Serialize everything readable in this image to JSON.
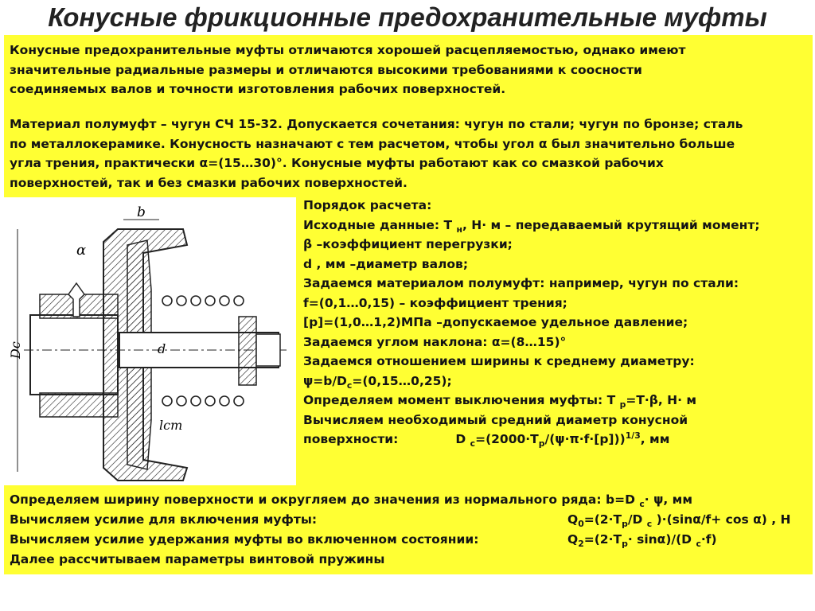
{
  "title": "Конусные фрикционные предохранительные муфты",
  "intro": {
    "p1": [
      "Конусные предохранительные муфты отличаются хорошей расцепляемостью, однако имеют",
      "значительные радиальные размеры и отличаются высокими требованиями к соосности",
      "соединяемых валов и точности изготовления рабочих поверхностей."
    ],
    "p2": [
      "Материал полумуфт – чугун СЧ 15-32. Допускается сочетания: чугун по стали; чугун по бронзе; сталь",
      "по металлокерамике. Конусность назначают с тем расчетом, чтобы угол α был значительно больше",
      "угла трения, практически α=(15…30)°. Конусные муфты работают как со смазкой рабочих",
      "поверхностей, так и без смазки рабочих  поверхностей."
    ]
  },
  "calc": {
    "l1": "Порядок расчета:",
    "l2a": "Исходные данные: Т ",
    "l2sub": "н",
    "l2b": ", Н· м – передаваемый крутящий момент;",
    "l3": "β –коэффициент перегрузки;",
    "l4": "d , мм –диаметр валов;",
    "l5": "Задаемся материалом полумуфт: например, чугун по стали:",
    "l6": "f=(0,1…0,15) – коэффициент трения;",
    "l7": "[p]=(1,0…1,2)МПа –допускаемое удельное давление;",
    "l8": "Задаемся углом наклона: α=(8…15)°",
    "l9": "Задаемся отношением ширины к среднему диаметру:",
    "l10a": "ψ=b/D",
    "l10sub": "c",
    "l10b": "=(0,15…0,25);",
    "l11a": "Определяем момент выключения муфты:  Т ",
    "l11sub": "р",
    "l11b": "=Т·β, Н· м",
    "l12": "Вычисляем необходимый средний диаметр конусной",
    "l13a": "поверхности:",
    "l13b": "D ",
    "l13sub1": "c",
    "l13c": "=(2000·T",
    "l13sub2": "p",
    "l13d": "/(ψ·π·f·[p]))",
    "l13sup": "1/3",
    "l13e": ", мм"
  },
  "bottom": {
    "b1a": "Определяем ширину поверхности и округляем до значения из нормального ряда: b=D ",
    "b1sub": "c",
    "b1b": "· ψ, мм",
    "b2": "Вычисляем усилие для включения муфты:",
    "b2fa": "Q",
    "b2fsub0": "0",
    "b2fb": "=(2·T",
    "b2fsub1": "p",
    "b2fc": "/D ",
    "b2fsub2": "c",
    "b2fd": " )·(sinα/f+ cos α) , Н",
    "b3": "Вычисляем усилие удержания муфты во включенном состоянии:",
    "b3fa": "Q",
    "b3fsub0": "2",
    "b3fb": "=(2·T",
    "b3fsub1": "p",
    "b3fc": "· sinα)/(D ",
    "b3fsub2": "c",
    "b3fd": "·f)",
    "b4": "Далее рассчитываем параметры винтовой пружины"
  },
  "drawing": {
    "label_b": "b",
    "label_alpha": "α",
    "label_dc": "Dc",
    "label_d": "d",
    "label_lst": "lст"
  },
  "colors": {
    "panel": "#ffff33",
    "text": "#141414"
  }
}
